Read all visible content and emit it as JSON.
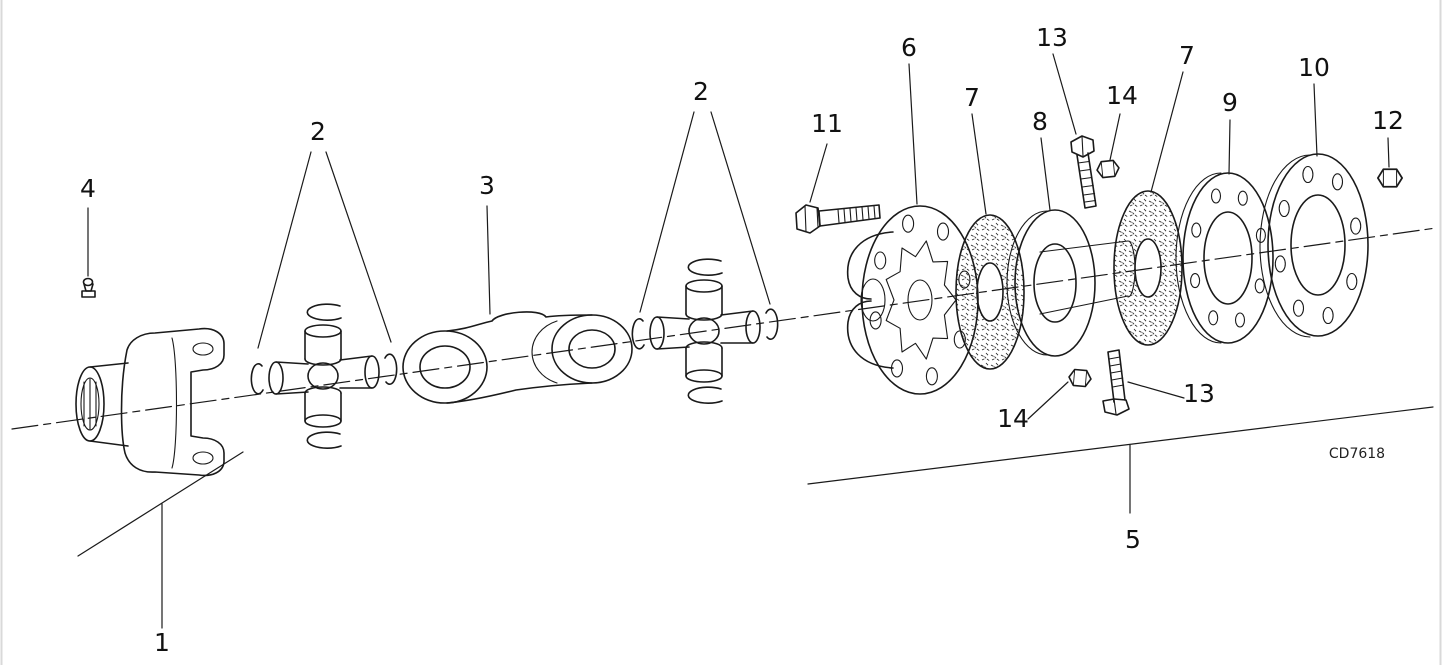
{
  "page": {
    "background_color": "#ffffff",
    "line_color": "#1a1a1a"
  },
  "diagram": {
    "drawing_code": "CD7618",
    "callouts": [
      {
        "label": "4"
      },
      {
        "label": "2"
      },
      {
        "label": "3"
      },
      {
        "label": "2"
      },
      {
        "label": "11"
      },
      {
        "label": "6"
      },
      {
        "label": "7"
      },
      {
        "label": "13"
      },
      {
        "label": "14"
      },
      {
        "label": "8"
      },
      {
        "label": "7"
      },
      {
        "label": "9"
      },
      {
        "label": "10"
      },
      {
        "label": "12"
      },
      {
        "label": "14"
      },
      {
        "label": "13"
      },
      {
        "label": "5"
      },
      {
        "label": "1"
      }
    ]
  }
}
